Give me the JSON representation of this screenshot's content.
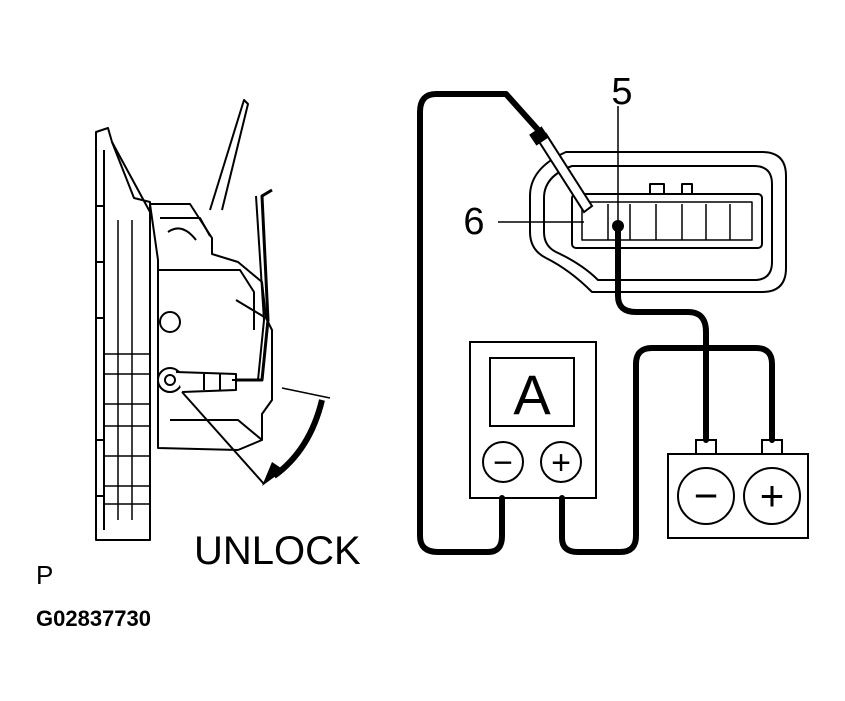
{
  "labels": {
    "direction": "UNLOCK",
    "terminal_a": "6",
    "terminal_b": "5",
    "view_letter": "P",
    "figure_code": "G02837730"
  },
  "ammeter": {
    "symbol": "A",
    "negative": "−",
    "positive": "+"
  },
  "battery": {
    "negative": "−",
    "positive": "+"
  }
}
